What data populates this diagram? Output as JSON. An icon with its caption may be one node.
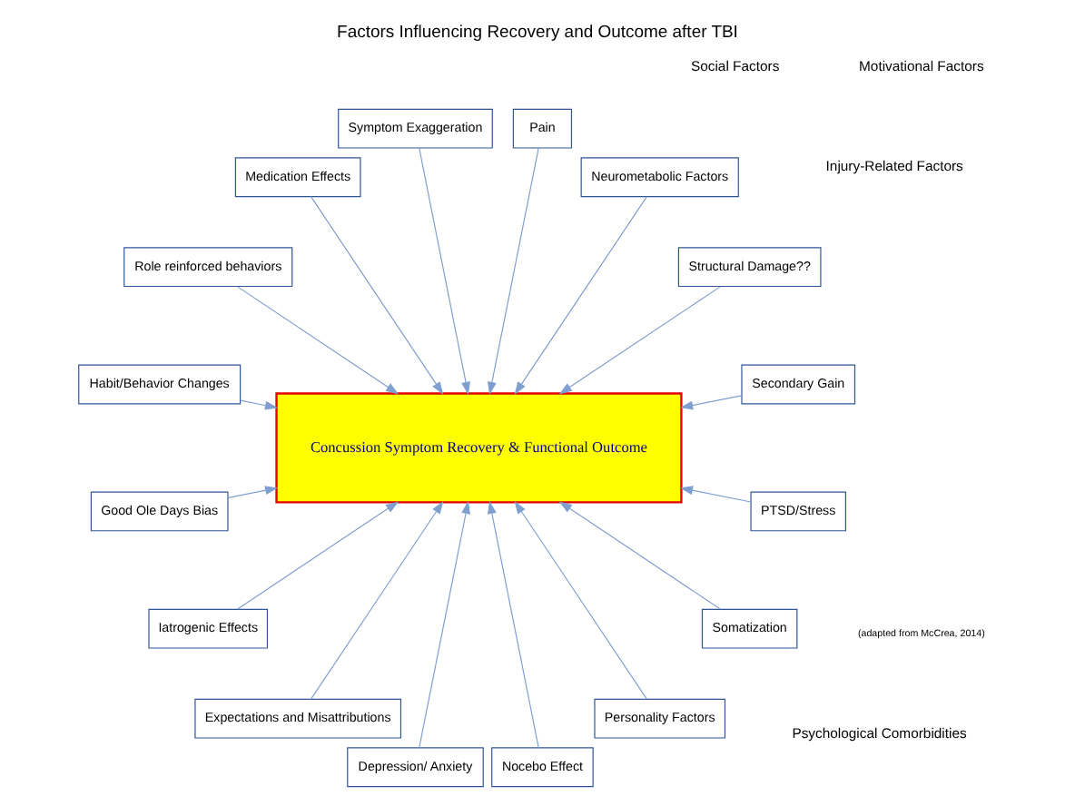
{
  "diagram": {
    "title": "Factors Influencing Recovery and Outcome after TBI",
    "nodes": [
      {
        "text": [
          "Secondary Gain"
        ]
      },
      {
        "text": [
          "Structural Damage??"
        ]
      },
      {
        "text": [
          "Neurometabolic Factors"
        ]
      },
      {
        "text": [
          "Pain"
        ]
      },
      {
        "text": [
          "Symptom Exaggeration"
        ]
      },
      {
        "text": [
          "Medication Effects"
        ]
      },
      {
        "text": [
          "Role reinforced behaviors"
        ]
      },
      {
        "text": [
          "Concussion Symptom Recovery & Functional Outcome"
        ]
      },
      {
        "text": [
          "Habit/Behavior Changes"
        ]
      },
      {
        "text": [
          "Good Ole Days Bias"
        ]
      },
      {
        "text": [
          "Iatrogenic Effects"
        ]
      },
      {
        "text": [
          "Expectations and Misattributions"
        ]
      },
      {
        "text": [
          "Depression/ Anxiety"
        ]
      },
      {
        "text": [
          "Nocebo Effect"
        ]
      },
      {
        "text": [
          "Personality Factors"
        ]
      },
      {
        "text": [
          "Somatization"
        ]
      },
      {
        "text": [
          "PTSD/Stress"
        ]
      }
    ],
    "edges": [
      {
        "from": 0,
        "to": 7,
        "arrow": "to"
      },
      {
        "from": 1,
        "to": 7,
        "arrow": "to"
      },
      {
        "from": 2,
        "to": 7,
        "arrow": "to"
      },
      {
        "from": 3,
        "to": 7,
        "arrow": "to"
      },
      {
        "from": 4,
        "to": 7,
        "arrow": "to"
      },
      {
        "from": 5,
        "to": 7,
        "arrow": "to"
      },
      {
        "from": 6,
        "to": 7,
        "arrow": "to"
      },
      {
        "from": 8,
        "to": 7,
        "arrow": "to"
      },
      {
        "from": 9,
        "to": 7,
        "arrow": "to"
      },
      {
        "from": 10,
        "to": 7,
        "arrow": "to"
      },
      {
        "from": 11,
        "to": 7,
        "arrow": "to"
      },
      {
        "from": 12,
        "to": 7,
        "arrow": "to"
      },
      {
        "from": 13,
        "to": 7,
        "arrow": "to"
      },
      {
        "from": 14,
        "to": 7,
        "arrow": "to"
      },
      {
        "from": 15,
        "to": 7,
        "arrow": "to"
      },
      {
        "from": 16,
        "to": 7,
        "arrow": "to"
      }
    ],
    "labels": [
      "(adapted from McCrea, 2014)",
      "Motivational Factors",
      "Injury-Related Factors",
      "Social Factors",
      "Psychological Comorbidities"
    ]
  }
}
